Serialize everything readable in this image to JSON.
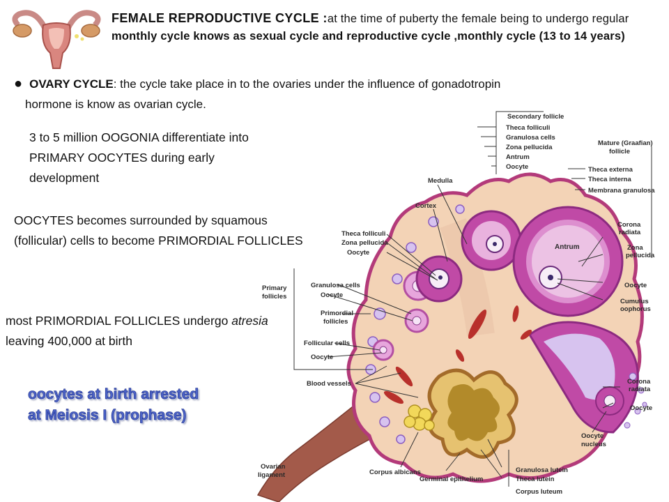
{
  "title": {
    "part1": "FEMALE REPRODUCTIVE CYCLE :",
    "part2": "at the time of puberty the female being to undergo regular ",
    "part3": "monthly cycle knows as sexual cycle and reproductive cycle ,monthly cycle (13 to 14 years)"
  },
  "ovary_cycle": {
    "bullet": "●",
    "label": "OVARY CYCLE",
    "text": ": the cycle take place in to the ovaries under the influence of gonadotropin",
    "text_cont": "hormone is know as ovarian cycle."
  },
  "paragraphs": {
    "p1": "3 to 5 million OOGONIA differentiate into PRIMARY OOCYTES during early development",
    "p2": "OOCYTES becomes surrounded by squamous (follicular) cells to become PRIMORDIAL FOLLICLES",
    "p3_a": "most PRIMORDIAL FOLLICLES undergo ",
    "p3_b": "atresia",
    "p3_c": " leaving 400,000 at birth"
  },
  "callout": {
    "line1": "oocytes at birth arrested",
    "line2": "at Meiosis I (prophase)"
  },
  "diagram_labels": {
    "secondary_follicle": "Secondary follicle",
    "theca_folliculi_top": "Theca folliculi",
    "granulosa_cells_top": "Granulosa cells",
    "zona_pellucida_top": "Zona pellucida",
    "antrum_top": "Antrum",
    "oocyte_top": "Oocyte",
    "mature_follicle_1": "Mature (Graafian)",
    "mature_follicle_2": "follicle",
    "theca_externa": "Theca externa",
    "theca_interna": "Theca interna",
    "membrana_granulosa": "Membrana granulosa",
    "medulla": "Medulla",
    "cortex": "Cortex",
    "theca_folliculi_left": "Theca folliculi",
    "zona_pellucida_left": "Zona pellucida",
    "oocyte_left": "Oocyte",
    "corona_radiata_1": "Corona",
    "corona_radiata_2": "radiata",
    "antrum_inner": "Antrum",
    "zona_pellucida_right_1": "Zona",
    "zona_pellucida_right_2": "pellucida",
    "oocyte_right": "Oocyte",
    "cumulus_1": "Cumulus",
    "cumulus_2": "oophorus",
    "primary_follicles_1": "Primary",
    "primary_follicles_2": "follicles",
    "granulosa_cells_left": "Granulosa cells",
    "oocyte_left2": "Oocyte",
    "primordial_1": "Primordial",
    "primordial_2": "follicles",
    "follicular_cells": "Follicular cells",
    "oocyte_left3": "Oocyte",
    "blood_vessels": "Blood vessels",
    "corona_radiata_b1": "Corona",
    "corona_radiata_b2": "radiata",
    "oocyte_b": "Oocyte",
    "oocyte_nucleus_1": "Oocyte",
    "oocyte_nucleus_2": "nucleus",
    "ovarian_ligament_1": "Ovarian",
    "ovarian_ligament_2": "ligament",
    "corpus_albicans": "Corpus albicans",
    "germinal_epithelium": "Germinal epithelium",
    "granulosa_lutein": "Granulosa lutein",
    "theca_lutein": "Theca lutein",
    "corpus_luteum": "Corpus luteum"
  },
  "colors": {
    "ovary_fill": "#f3d3b6",
    "ovary_edge": "#b33a7a",
    "follicle_magenta": "#c04aa6",
    "follicle_pink": "#e9b2de",
    "vessel_red": "#b8302b",
    "ligament": "#a35a4a",
    "callout_blue": "#4b62c8"
  }
}
